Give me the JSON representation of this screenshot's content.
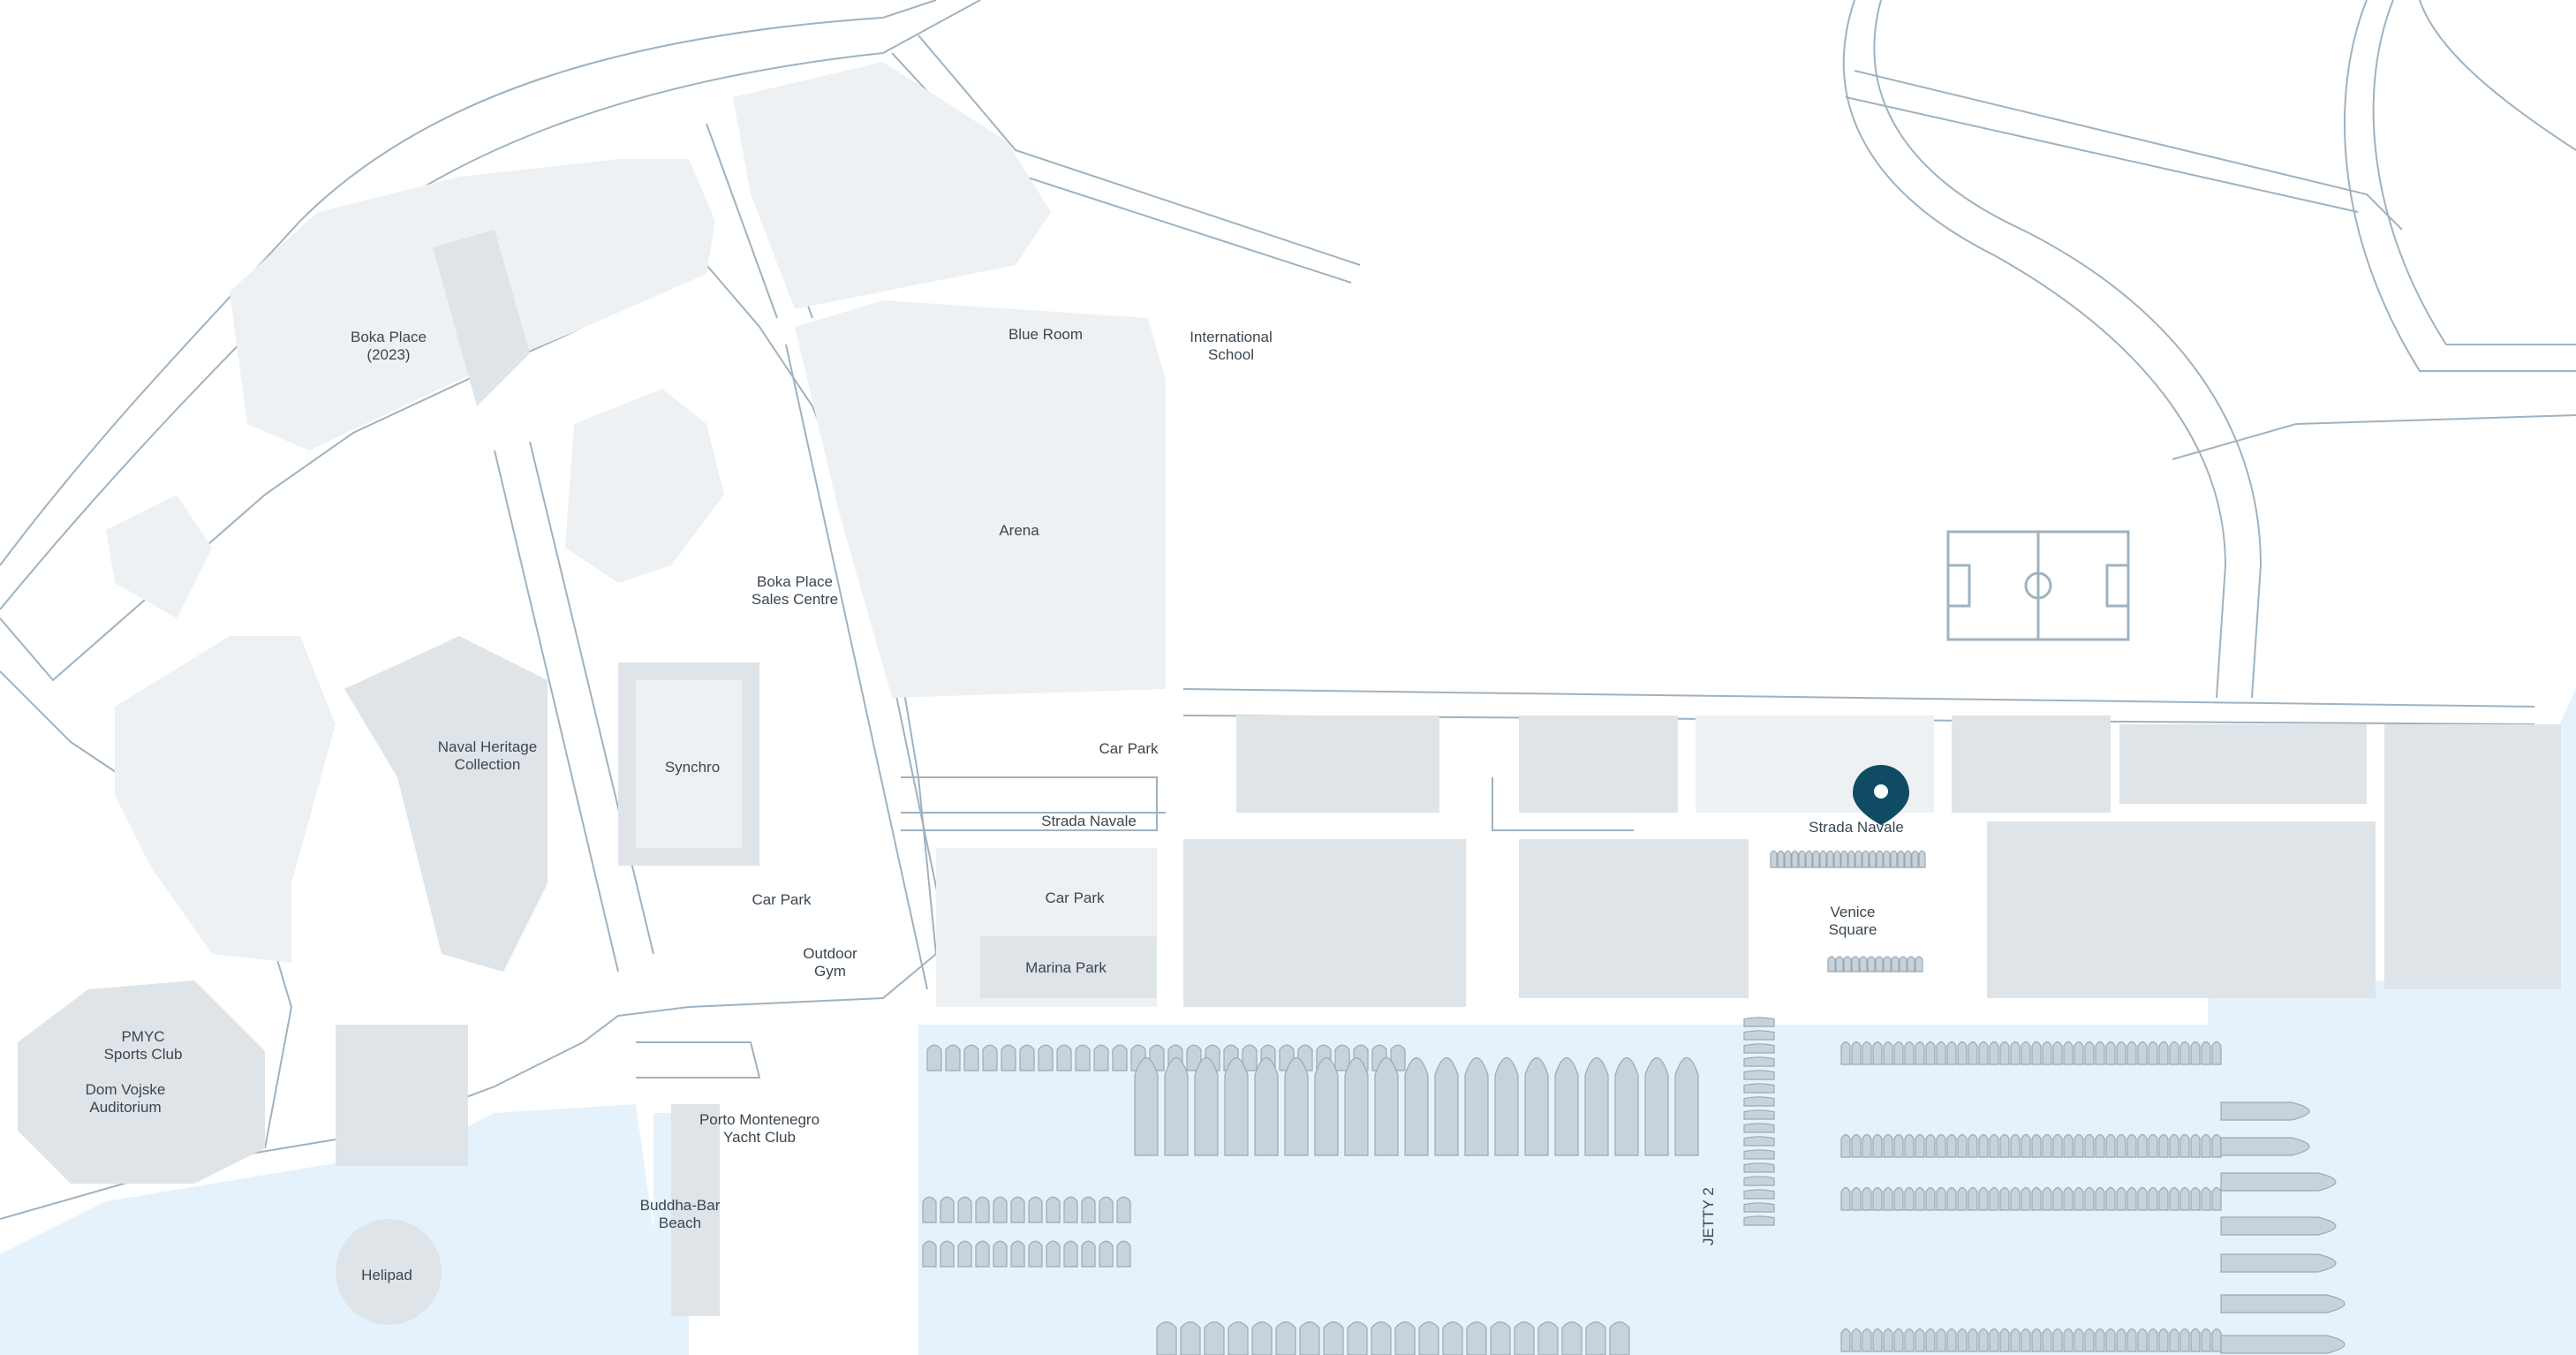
{
  "map": {
    "labels": {
      "boka_place_a": "Boka Place",
      "boka_place_b": "(2023)",
      "blue_room": "Blue Room",
      "international_a": "International",
      "international_b": "School",
      "arena": "Arena",
      "sales_a": "Boka Place",
      "sales_b": "Sales Centre",
      "naval_a": "Naval Heritage",
      "naval_b": "Collection",
      "synchro": "Synchro",
      "car_park_north": "Car Park",
      "strada_navale_west": "Strada Navale",
      "car_park_mid": "Car Park",
      "car_park_south": "Car Park",
      "marina_park": "Marina Park",
      "gym_a": "Outdoor",
      "gym_b": "Gym",
      "pmyc_a": "PMYC",
      "pmyc_b": "Sports Club",
      "dom_a": "Dom Vojske",
      "dom_b": "Auditorium",
      "yacht_a": "Porto Montenegro",
      "yacht_b": "Yacht Club",
      "buddha_a": "Buddha-Bar",
      "buddha_b": "Beach",
      "helipad": "Helipad",
      "strada_navale_east": "Strada Navale",
      "venice_a": "Venice",
      "venice_b": "Square",
      "jetty": "JETTY 2"
    },
    "marker": {
      "icon": "location-pin-icon",
      "color": "#0f4c64"
    },
    "colors": {
      "road": "#9fb2c0",
      "building": "#dfe4e8",
      "water": "#e6f2fb",
      "pin": "#0f4c64"
    }
  }
}
